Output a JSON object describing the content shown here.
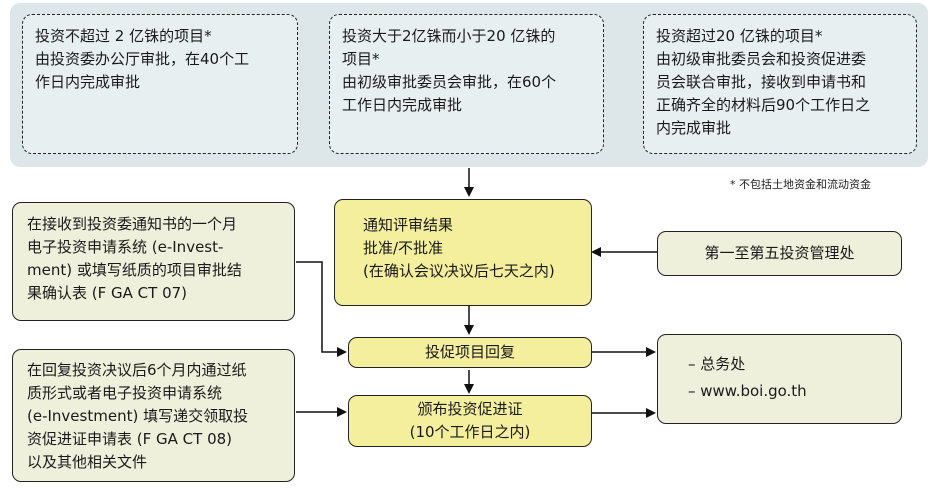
{
  "tiers": [
    {
      "heading": "投资不超过 2 亿铢的项目*",
      "lines": [
        "由投资委办公厅审批，在40个工",
        "作日内完成审批"
      ]
    },
    {
      "heading": "投资大于2亿铢而小于20 亿铢的",
      "lines": [
        "项目*",
        "由初级审批委员会审批，在60个",
        "工作日内完成审批"
      ]
    },
    {
      "heading": "投资超过20 亿铢的项目*",
      "lines": [
        "由初级审批委员会和投资促进委",
        "员会联合审批，接收到申请书和",
        "正确齐全的材料后90个工作日之",
        "内完成审批"
      ]
    }
  ],
  "footnote": "* 不包括土地资金和流动资金",
  "notify_box": {
    "lines": [
      "通知评审结果",
      "批准/不批准",
      "(在确认会议决议后七天之内)"
    ]
  },
  "divisions_box": {
    "label": "第一至第五投资管理处"
  },
  "reply_instruction": {
    "lines": [
      "在接收到投资委通知书的一个月",
      "电子投资申请系统 (e-Invest-",
      "ment) 或填写纸质的项目审批结",
      "果确认表 (F GA CT 07)"
    ]
  },
  "reply_box": {
    "label": "投促项目回复"
  },
  "certificate_instruction": {
    "lines": [
      "在回复投资决议后6个月内通过纸",
      "质形式或者电子投资申请系统",
      "(e-Investment) 填写递交领取投",
      "资促进证申请表 (F GA CT 08)",
      "以及其他相关文件"
    ]
  },
  "certificate_box": {
    "lines": [
      "颁布投资促进证",
      "(10个工作日之内)"
    ]
  },
  "contact_box": {
    "lines": [
      "– 总务处",
      "– www.boi.go.th"
    ]
  }
}
